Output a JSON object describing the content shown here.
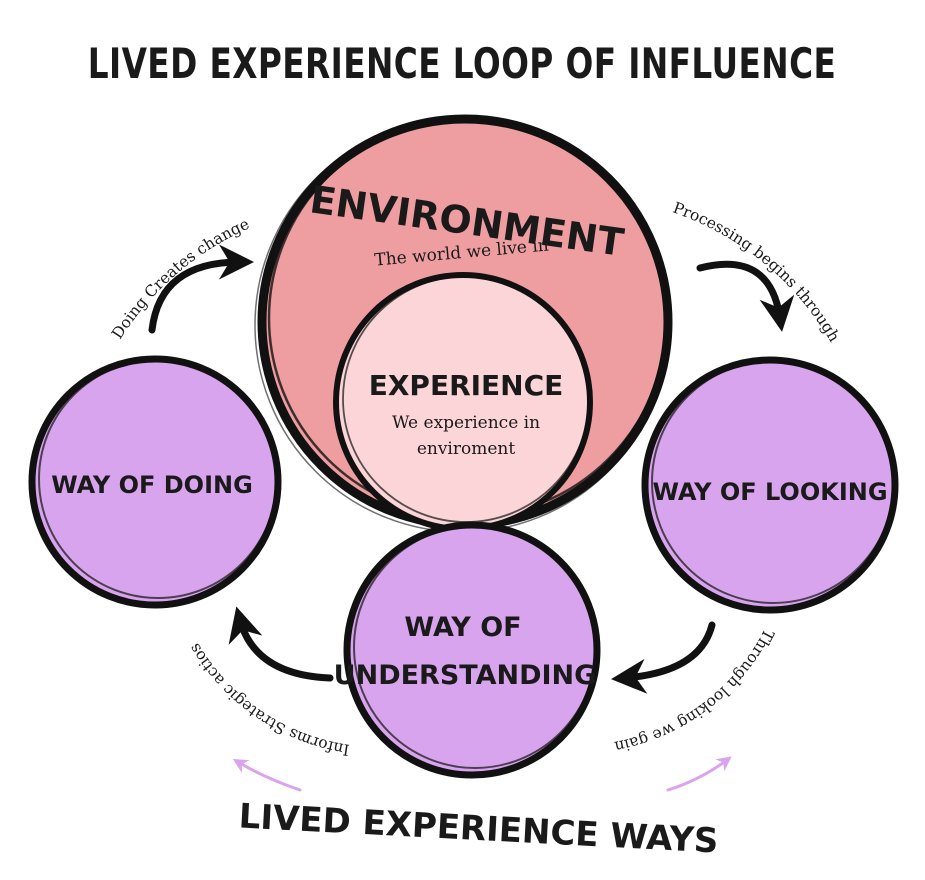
{
  "title": "LIVED EXPERIENCE LOOP OF INFLUENCE",
  "footer": "LIVED EXPERIENCE WAYS",
  "colors": {
    "environment_fill": "#ee9ea1",
    "experience_fill": "#fbd5d8",
    "way_fill": "#d9a4ee",
    "footer_arrow": "#d9a4ee",
    "ink": "#111111"
  },
  "nodes": {
    "environment": {
      "label": "ENVIRONMENT",
      "sub": "The world we live in"
    },
    "experience": {
      "label": "EXPERIENCE",
      "sub_line1": "We experience in",
      "sub_line2": "enviroment"
    },
    "doing": {
      "label": "WAY OF DOING"
    },
    "looking": {
      "label": "WAY OF LOOKING"
    },
    "understanding": {
      "label_line1": "WAY OF",
      "label_line2": "UNDERSTANDING"
    }
  },
  "connectors": {
    "doing_to_environment": "Doing Creates change",
    "environment_to_looking": "Processing begins through",
    "looking_to_understanding": "Through looking we gain",
    "understanding_to_doing": "Informs Strategic actios"
  }
}
